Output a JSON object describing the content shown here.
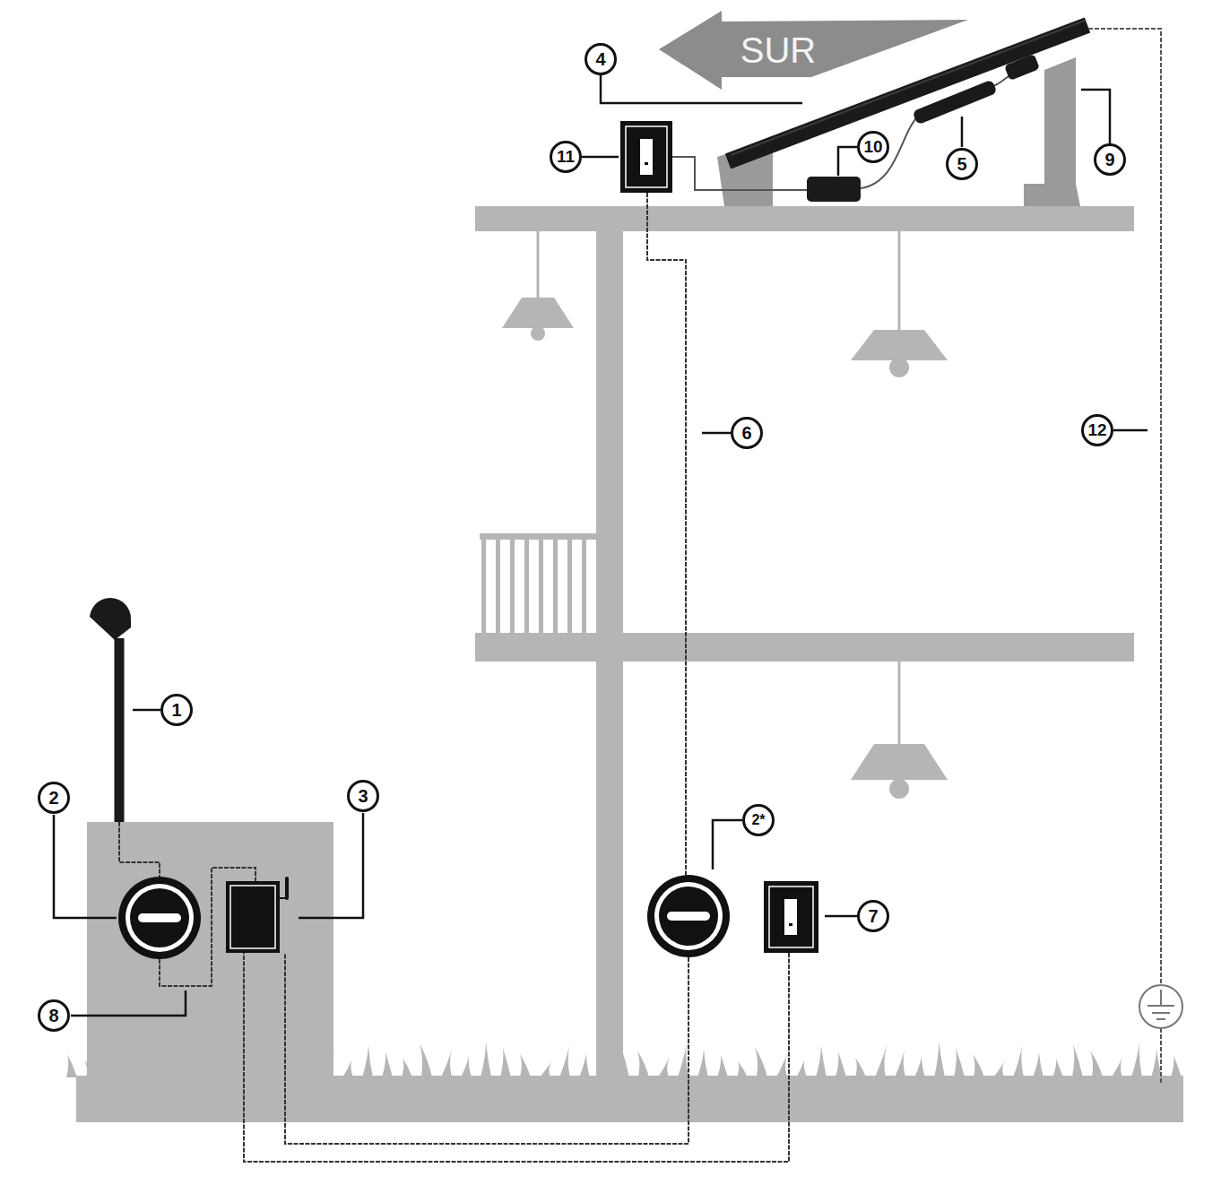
{
  "diagram": {
    "labels": [
      "SUR",
      "4",
      "11",
      "10",
      "5",
      "9",
      "6",
      "12",
      "1",
      "2",
      "3",
      "2*",
      "7",
      "8"
    ]
  }
}
